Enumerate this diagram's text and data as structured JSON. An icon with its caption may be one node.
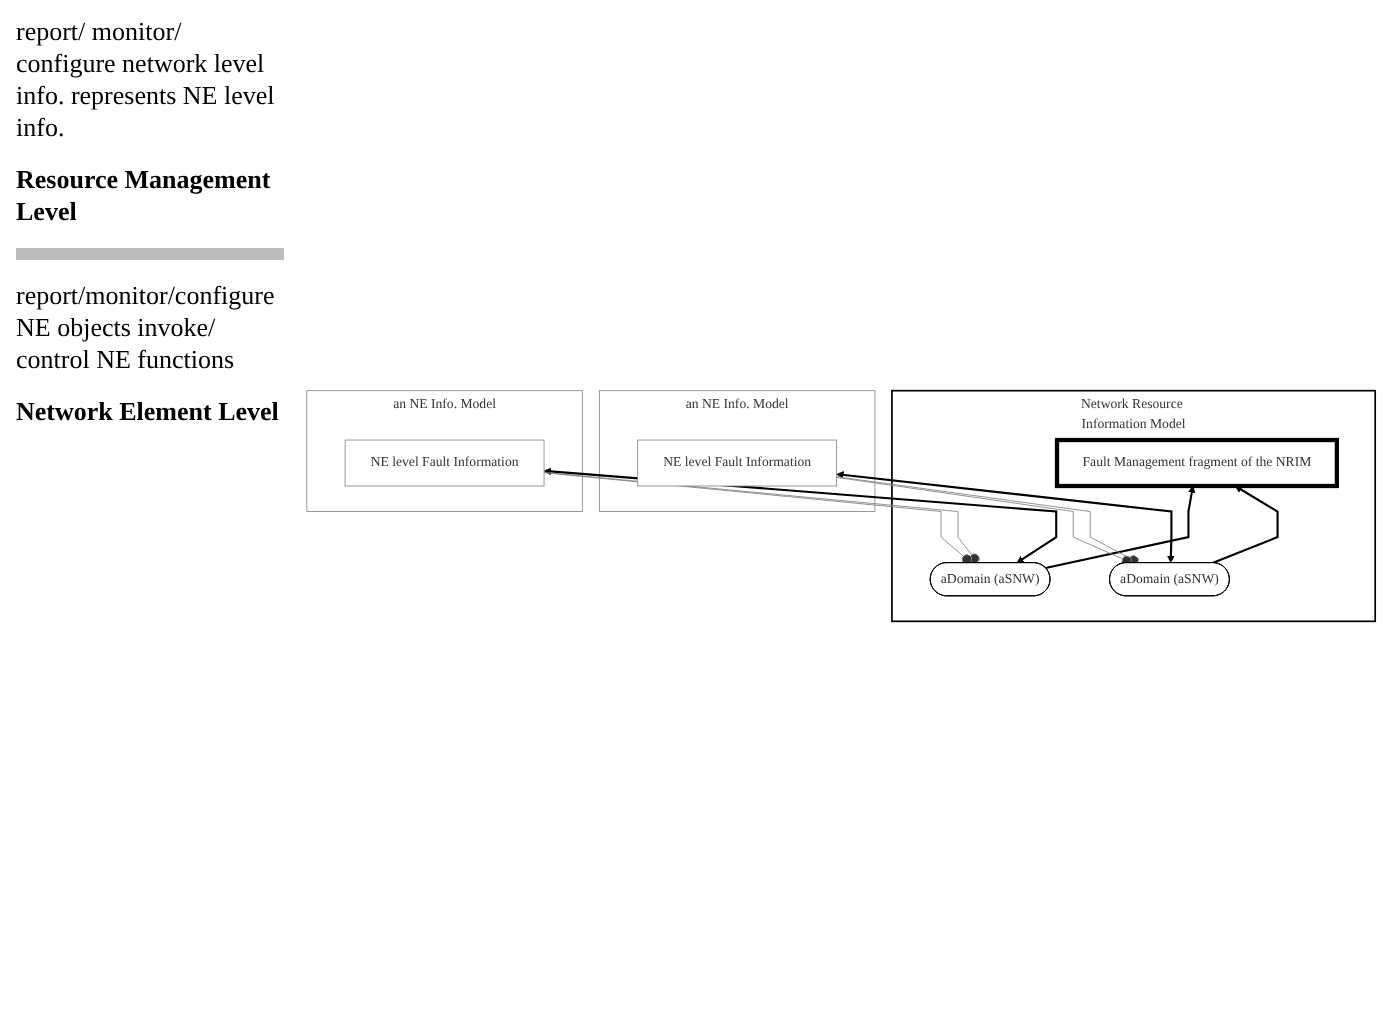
{
  "diagram": {
    "nodes": [
      {
        "text": [
          "Network Resource Information Model"
        ]
      },
      {
        "text": [
          "Fault Management fragment of the NRIM"
        ],
        "in": 0
      },
      {
        "text": [
          "aDomain (aSNW)"
        ],
        "in": 0
      },
      {
        "text": [
          "aDomain (aSNW)"
        ],
        "in": 0
      },
      {
        "text": [
          "an NE Info. Model"
        ]
      },
      {
        "text": [
          "NE level Fault Information"
        ],
        "in": 4
      },
      {
        "text": [
          "an NE Info. Model"
        ]
      },
      {
        "text": [
          "NE level Fault Information"
        ],
        "in": 6
      }
    ],
    "edges": [
      {
        "from": 2,
        "to": 1,
        "arrow": "to"
      },
      {
        "from": 3,
        "to": 1,
        "arrow": "to"
      },
      {
        "from": 2,
        "to": 5,
        "arrow": "both"
      },
      {
        "from": 3,
        "to": 7,
        "arrow": "both"
      },
      {
        "from": 5,
        "to": 2,
        "arrow": "other",
        "color": "#808080"
      },
      {
        "from": 5,
        "to": 2,
        "arrow": "other",
        "color": "#808080"
      },
      {
        "from": 7,
        "to": 3,
        "arrow": "other",
        "color": "#808080"
      },
      {
        "from": 7,
        "to": 3,
        "arrow": "other",
        "color": "#808080"
      }
    ],
    "labels": [
      "report/ monitor/ configure network level info. represents NE level info.",
      "Resource Management Level",
      "report/monitor/configure NE objects invoke/ control NE functions",
      "Network Element Level"
    ]
  }
}
